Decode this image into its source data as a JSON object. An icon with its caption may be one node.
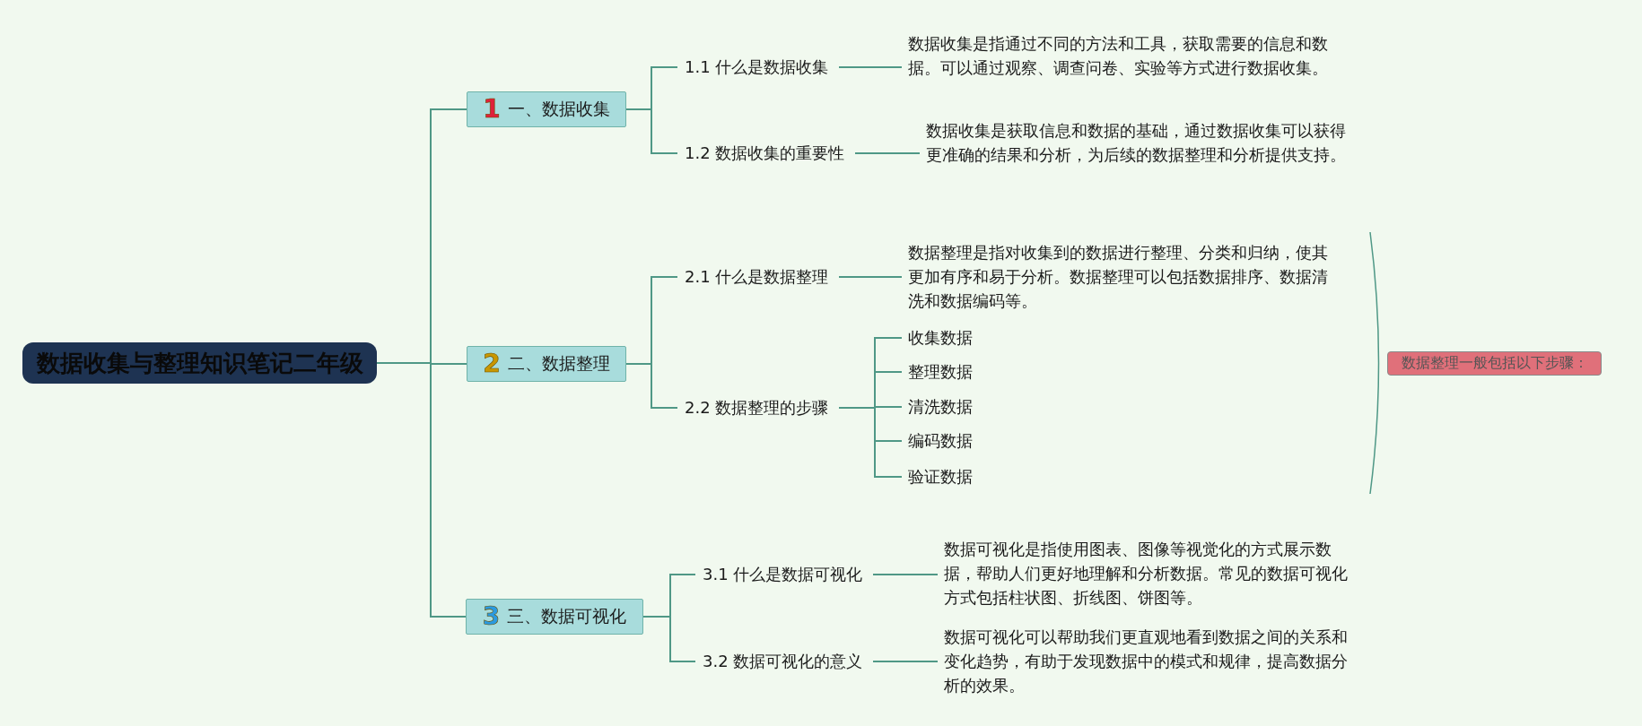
{
  "diagram": {
    "nodes": [
      {
        "text": [
          "数据收集与整理知识笔记二年级"
        ]
      },
      {
        "text": [
          "1",
          "一、数据收集"
        ]
      },
      {
        "text": [
          "1.1 什么是数据收集"
        ]
      },
      {
        "text": [
          "数据收集是指通过不同的方法和工具，获取需要的信息和数据。可以通过观察、调查问卷、实验等方式进行数据收集。"
        ]
      },
      {
        "text": [
          "1.2 数据收集的重要性"
        ]
      },
      {
        "text": [
          "数据收集是获取信息和数据的基础，通过数据收集可以获得更准确的结果和分析，为后续的数据整理和分析提供支持。"
        ]
      },
      {
        "text": [
          "2",
          "二、数据整理"
        ]
      },
      {
        "text": [
          "2.1 什么是数据整理"
        ]
      },
      {
        "text": [
          "数据整理是指对收集到的数据进行整理、分类和归纳，使其更加有序和易于分析。数据整理可以包括数据排序、数据清洗和数据编码等。"
        ]
      },
      {
        "text": [
          "2.2 数据整理的步骤"
        ]
      },
      {
        "text": [
          "收集数据"
        ]
      },
      {
        "text": [
          "整理数据"
        ]
      },
      {
        "text": [
          "清洗数据"
        ]
      },
      {
        "text": [
          "编码数据"
        ]
      },
      {
        "text": [
          "验证数据"
        ]
      },
      {
        "text": [
          "3",
          "三、数据可视化"
        ]
      },
      {
        "text": [
          "3.1 什么是数据可视化"
        ]
      },
      {
        "text": [
          "数据可视化是指使用图表、图像等视觉化的方式展示数据，帮助人们更好地理解和分析数据。常见的数据可视化方式包括柱状图、折线图、饼图等。"
        ]
      },
      {
        "text": [
          "3.2 数据可视化的意义"
        ]
      },
      {
        "text": [
          "数据可视化可以帮助我们更直观地看到数据之间的关系和变化趋势，有助于发现数据中的模式和规律，提高数据分析的效果。"
        ]
      },
      {
        "text": [
          "数据整理一般包括以下步骤："
        ]
      }
    ],
    "edges": [
      {
        "from": 0,
        "to": 1,
        "arrow": "none"
      },
      {
        "from": 0,
        "to": 6,
        "arrow": "none"
      },
      {
        "from": 0,
        "to": 15,
        "arrow": "none"
      },
      {
        "from": 1,
        "to": 2,
        "arrow": "none"
      },
      {
        "from": 1,
        "to": 4,
        "arrow": "none"
      },
      {
        "from": 2,
        "to": 3,
        "arrow": "none"
      },
      {
        "from": 4,
        "to": 5,
        "arrow": "none"
      },
      {
        "from": 6,
        "to": 7,
        "arrow": "none"
      },
      {
        "from": 6,
        "to": 9,
        "arrow": "none"
      },
      {
        "from": 7,
        "to": 8,
        "arrow": "none"
      },
      {
        "from": 9,
        "to": 10,
        "arrow": "none"
      },
      {
        "from": 9,
        "to": 11,
        "arrow": "none"
      },
      {
        "from": 9,
        "to": 12,
        "arrow": "none"
      },
      {
        "from": 9,
        "to": 13,
        "arrow": "none"
      },
      {
        "from": 9,
        "to": 14,
        "arrow": "none"
      },
      {
        "from": 15,
        "to": 16,
        "arrow": "none"
      },
      {
        "from": 15,
        "to": 18,
        "arrow": "none"
      },
      {
        "from": 16,
        "to": 17,
        "arrow": "none"
      },
      {
        "from": 18,
        "to": 19,
        "arrow": "none"
      }
    ]
  }
}
